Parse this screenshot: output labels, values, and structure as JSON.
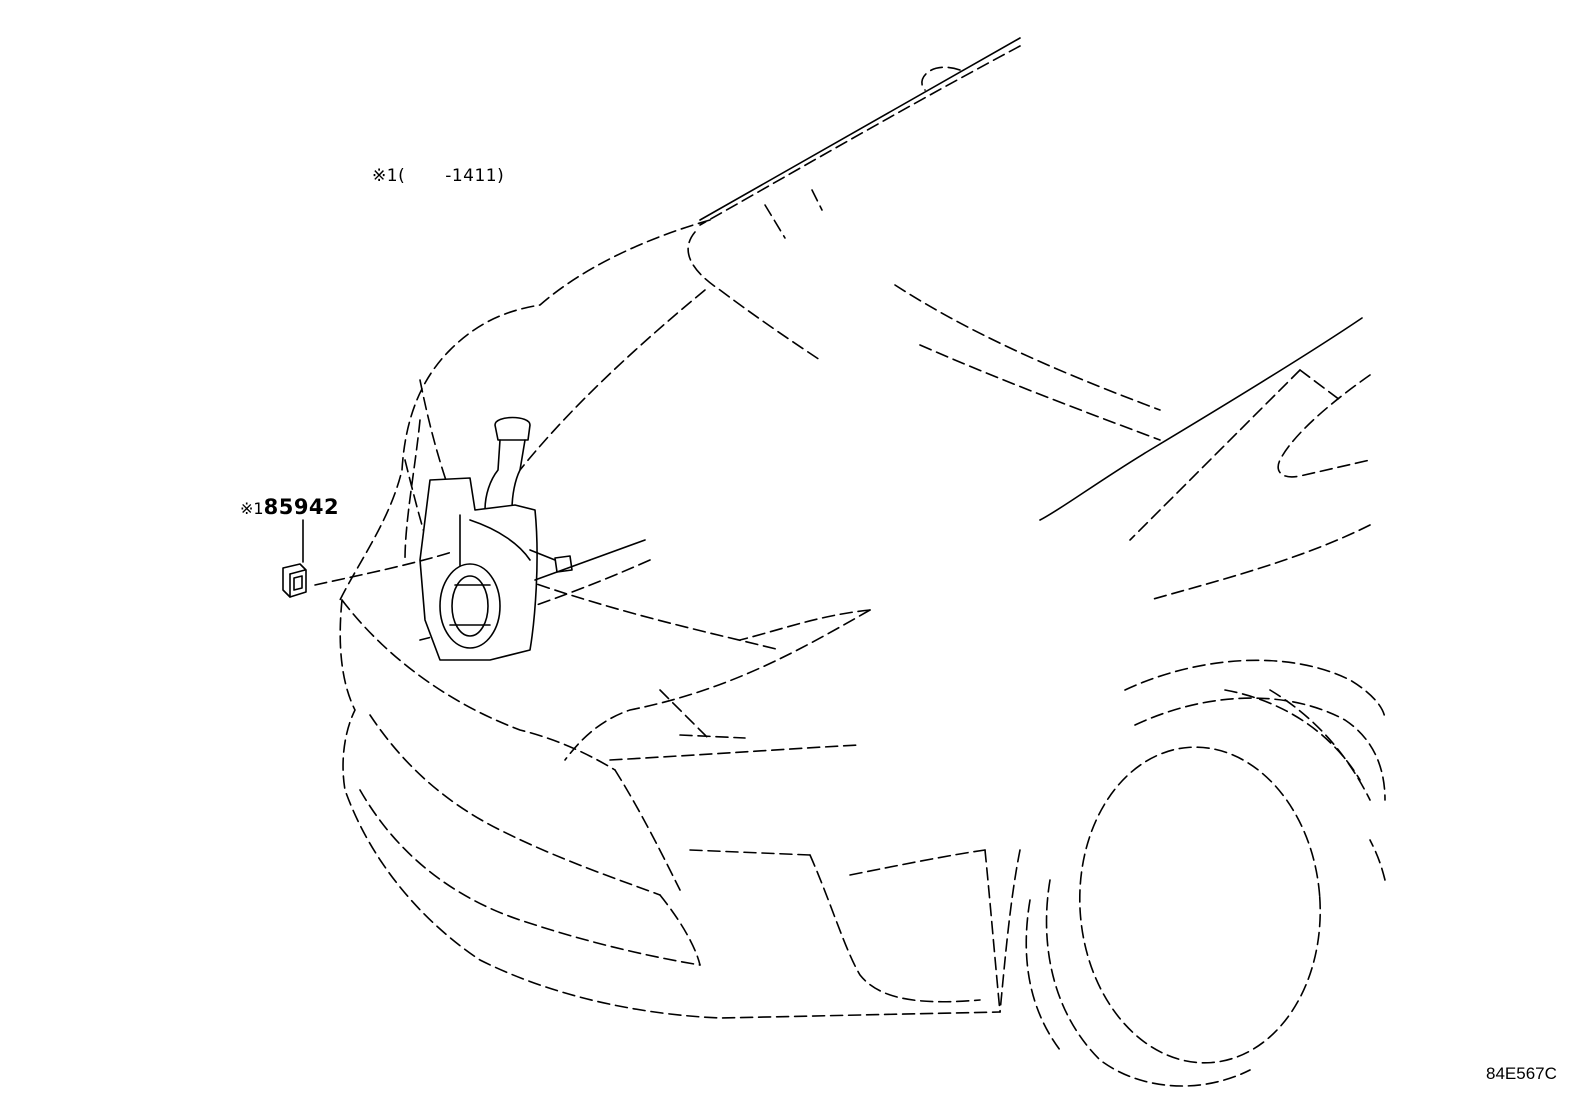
{
  "note": {
    "mark": "※1",
    "open": "(",
    "range": "-1411)"
  },
  "part_callout": {
    "mark": "※1",
    "part_number": "85942"
  },
  "illustration_id": "84E567C",
  "colors": {
    "line": "#000000",
    "background": "#ffffff"
  },
  "icons": [
    "relay-part-icon",
    "washer-tank-icon"
  ]
}
